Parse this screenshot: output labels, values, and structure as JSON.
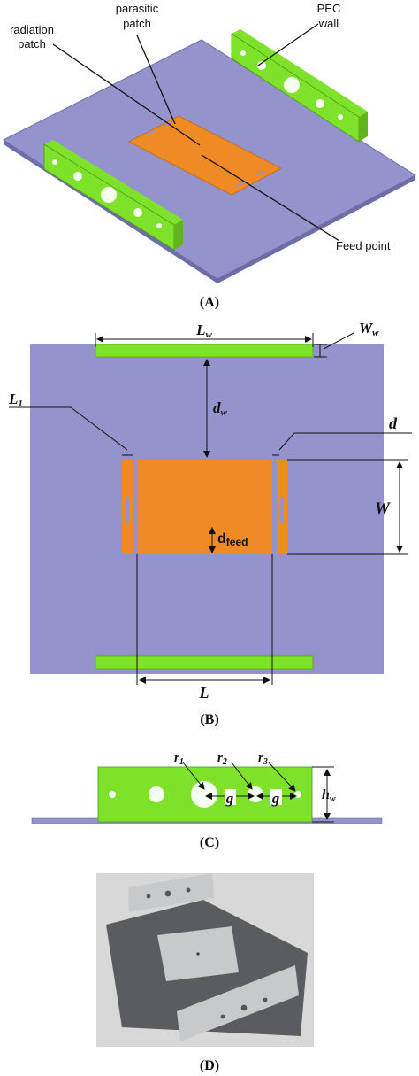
{
  "colors": {
    "substrate": "#9493cb",
    "substrate_edge": "#6e6da8",
    "patch": "#f08a24",
    "wall": "#7fe22a",
    "wall_dark": "#5fb51a",
    "photo_bg": "#d8d8d8",
    "photo_plate": "#5a5c60",
    "photo_metal": "#c8c9cb"
  },
  "panel_a": {
    "caption": "(A)",
    "labels": {
      "radiation_patch_line1": "radiation",
      "radiation_patch_line2": "patch",
      "parasitic_patch_line1": "parasitic",
      "parasitic_patch_line2": "patch",
      "pec_wall_line1": "PEC",
      "pec_wall_line2": "wall",
      "feed_point": "Feed point"
    }
  },
  "panel_b": {
    "caption": "(B)",
    "dims": {
      "lw_main": "L",
      "lw_sub": "w",
      "ww_main": "W",
      "ww_sub": "w",
      "l1_main": "L",
      "l1_sub": "1",
      "dw_main": "d",
      "dw_sub": "w",
      "d": "d",
      "w": "W",
      "dfeed_main": "d",
      "dfeed_sub": "feed",
      "l": "L"
    }
  },
  "panel_c": {
    "caption": "(C)",
    "dims": {
      "r1_main": "r",
      "r1_sub": "1",
      "r2_main": "r",
      "r2_sub": "2",
      "r3_main": "r",
      "r3_sub": "3",
      "g1": "g",
      "g2": "g",
      "hw_main": "h",
      "hw_sub": "w"
    }
  },
  "panel_d": {
    "caption": "(D)"
  }
}
